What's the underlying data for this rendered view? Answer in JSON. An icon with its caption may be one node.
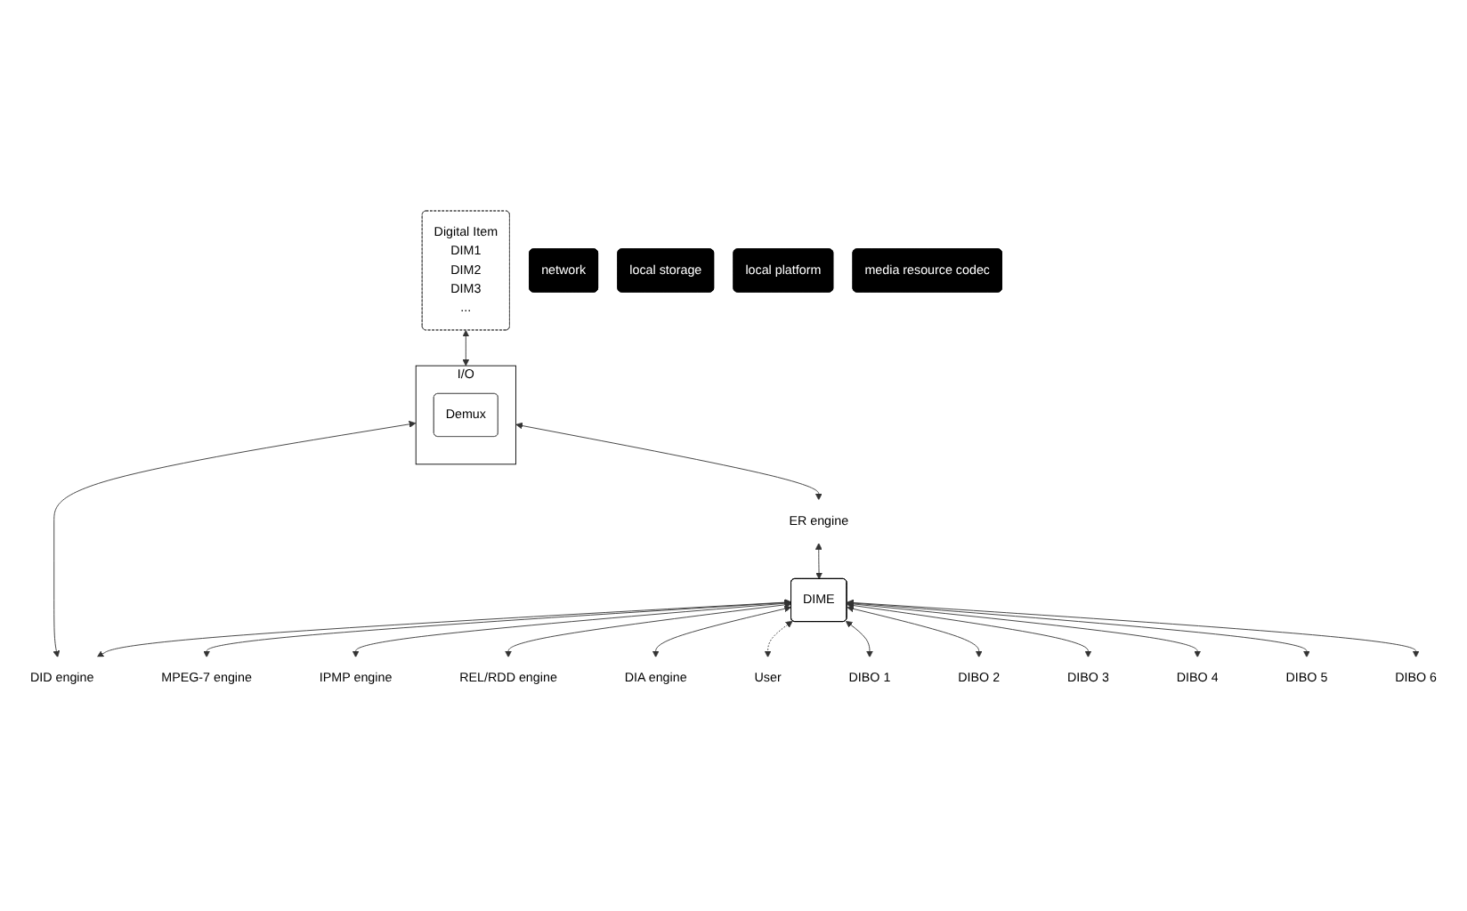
{
  "diagram": {
    "nodes": [
      {
        "text": [
          "Digital Item",
          "DIM1",
          "DIM2",
          "DIM3",
          "..."
        ]
      },
      {
        "text": [
          "I/O"
        ]
      },
      {
        "text": [
          "Demux"
        ],
        "in": 1
      },
      {
        "text": [
          "DID engine"
        ]
      },
      {
        "text": [
          "MPEG-7 engine"
        ]
      },
      {
        "text": [
          "IPMP engine"
        ]
      },
      {
        "text": [
          "REL/RDD engine"
        ]
      },
      {
        "text": [
          "DIA engine"
        ]
      },
      {
        "text": [
          "ER engine"
        ]
      },
      {
        "text": [
          "DIME"
        ]
      },
      {
        "text": [
          "User"
        ]
      },
      {
        "text": [
          "DIBO 1"
        ]
      },
      {
        "text": [
          "DIBO 2"
        ]
      },
      {
        "text": [
          "DIBO 3"
        ]
      },
      {
        "text": [
          "DIBO 4"
        ]
      },
      {
        "text": [
          "DIBO 5"
        ]
      },
      {
        "text": [
          "DIBO 6"
        ]
      },
      {
        "text": [
          "network"
        ]
      },
      {
        "text": [
          "local storage"
        ]
      },
      {
        "text": [
          "local platform"
        ]
      },
      {
        "text": [
          "media resource codec"
        ]
      }
    ],
    "edges": [
      {
        "from": 0,
        "to": 1,
        "arrow": "both"
      },
      {
        "from": 1,
        "to": 3,
        "arrow": "both"
      },
      {
        "from": 1,
        "to": 8,
        "arrow": "both"
      },
      {
        "from": 8,
        "to": 9,
        "arrow": "both"
      },
      {
        "from": 9,
        "to": 3,
        "arrow": "both"
      },
      {
        "from": 9,
        "to": 4,
        "arrow": "both"
      },
      {
        "from": 9,
        "to": 5,
        "arrow": "both"
      },
      {
        "from": 9,
        "to": 6,
        "arrow": "both"
      },
      {
        "from": 9,
        "to": 7,
        "arrow": "both"
      },
      {
        "from": 9,
        "to": 10,
        "arrow": "both",
        "style": "dashed"
      },
      {
        "from": 9,
        "to": 11,
        "arrow": "both"
      },
      {
        "from": 9,
        "to": 12,
        "arrow": "both"
      },
      {
        "from": 9,
        "to": 13,
        "arrow": "both"
      },
      {
        "from": 9,
        "to": 14,
        "arrow": "both"
      },
      {
        "from": 9,
        "to": 15,
        "arrow": "both"
      },
      {
        "from": 9,
        "to": 16,
        "arrow": "both"
      }
    ]
  }
}
